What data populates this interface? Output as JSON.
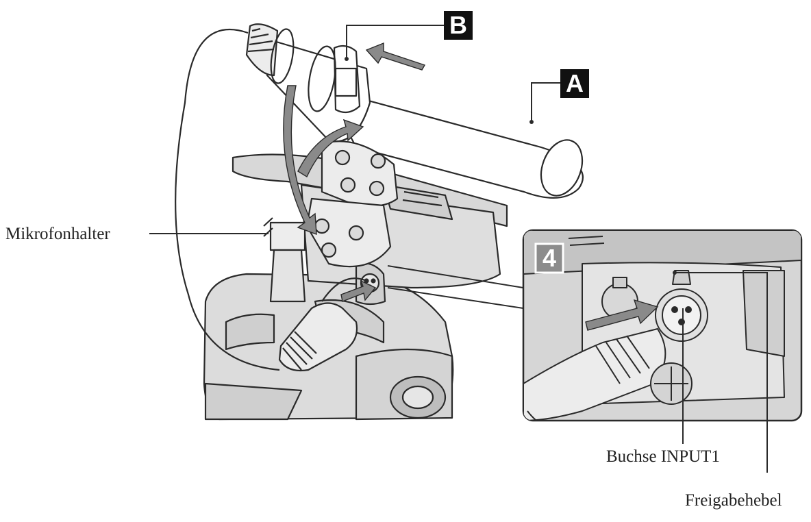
{
  "labels": {
    "mic_holder": "Mikrofonhalter",
    "input_jack": "Buchse INPUT1",
    "release_lever": "Freigabehebel"
  },
  "badges": {
    "a": "A",
    "b": "B",
    "step": "4"
  },
  "colors": {
    "line": "#2a2a2a",
    "gray_fill": "#e6e6e6",
    "dark_fill": "#cfcfcf",
    "badge_black": "#111111",
    "badge_gray": "#8c8c8c"
  }
}
